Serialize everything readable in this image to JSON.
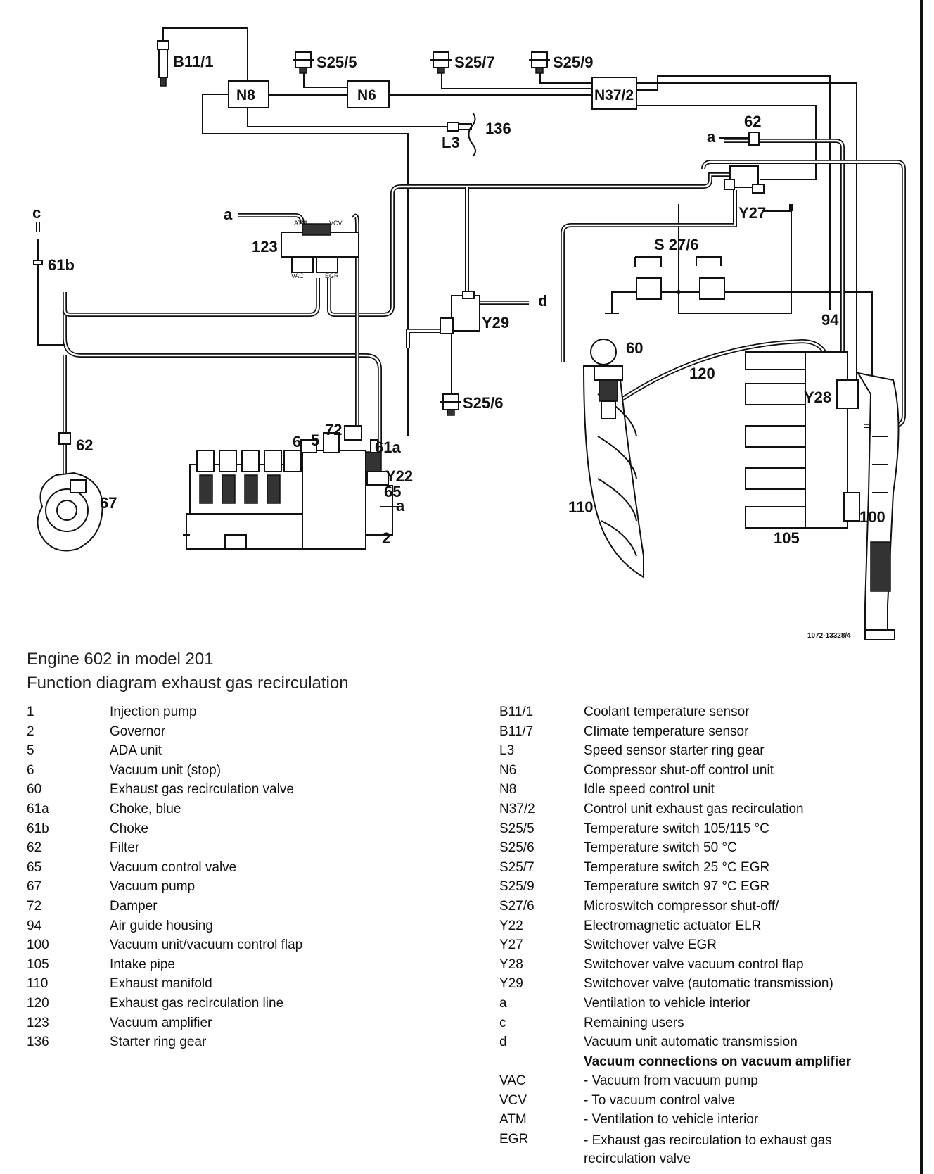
{
  "diagram": {
    "figure_code": "1072-13328/4",
    "labels": {
      "b11_1": "B11/1",
      "s25_5": "S25/5",
      "s25_7": "S25/7",
      "s25_9": "S25/9",
      "n8": "N8",
      "n6": "N6",
      "n37_2": "N37/2",
      "l3": "L3",
      "p136": "136",
      "p62_top": "62",
      "a_top": "a",
      "y27": "Y27",
      "c": "c",
      "p61b": "61b",
      "a_amp": "a",
      "p123": "123",
      "atm": "ATM",
      "vcv": "VCV",
      "vac": "VAC",
      "egr": "EGR",
      "s27_6": "S 27/6",
      "d": "d",
      "y29": "Y29",
      "p94": "94",
      "p60": "60",
      "p120": "120",
      "y28": "Y28",
      "s25_6": "S25/6",
      "p62_left": "62",
      "p67": "67",
      "p6": "6",
      "p5": "5",
      "p72": "72",
      "p61a": "61a",
      "y22": "Y22",
      "p65": "65",
      "a_pump": "a",
      "p2": "2",
      "p110": "110",
      "p105": "105",
      "p100": "100"
    }
  },
  "caption": {
    "line1": "Engine 602 in model 201",
    "line2": "Function diagram exhaust gas recirculation"
  },
  "legend_left": [
    {
      "code": "1",
      "desc": "Injection pump"
    },
    {
      "code": "2",
      "desc": "Governor"
    },
    {
      "code": "5",
      "desc": "ADA unit"
    },
    {
      "code": "6",
      "desc": "Vacuum unit (stop)"
    },
    {
      "code": "60",
      "desc": "Exhaust gas recirculation valve"
    },
    {
      "code": "61a",
      "desc": "Choke, blue"
    },
    {
      "code": "61b",
      "desc": "Choke"
    },
    {
      "code": "62",
      "desc": "Filter"
    },
    {
      "code": "65",
      "desc": "Vacuum control valve"
    },
    {
      "code": "67",
      "desc": "Vacuum pump"
    },
    {
      "code": "72",
      "desc": "Damper"
    },
    {
      "code": "94",
      "desc": "Air guide housing"
    },
    {
      "code": "100",
      "desc": "Vacuum unit/vacuum control flap"
    },
    {
      "code": "105",
      "desc": "Intake pipe"
    },
    {
      "code": "110",
      "desc": "Exhaust manifold"
    },
    {
      "code": "120",
      "desc": "Exhaust gas recirculation line"
    },
    {
      "code": "123",
      "desc": "Vacuum amplifier"
    },
    {
      "code": "136",
      "desc": "Starter ring gear"
    }
  ],
  "legend_right": [
    {
      "code": "B11/1",
      "desc": "Coolant temperature sensor"
    },
    {
      "code": "B11/7",
      "desc": "Climate temperature sensor"
    },
    {
      "code": "L3",
      "desc": "Speed sensor starter ring gear"
    },
    {
      "code": "N6",
      "desc": "Compressor shut-off control unit"
    },
    {
      "code": "N8",
      "desc": "Idle speed control unit"
    },
    {
      "code": "N37/2",
      "desc": "Control unit exhaust gas recirculation"
    },
    {
      "code": "S25/5",
      "desc": "Temperature switch 105/115 °C"
    },
    {
      "code": "S25/6",
      "desc": "Temperature switch 50 °C"
    },
    {
      "code": "S25/7",
      "desc": "Temperature switch 25 °C EGR"
    },
    {
      "code": "S25/9",
      "desc": "Temperature switch 97 °C EGR"
    },
    {
      "code": "S27/6",
      "desc": "Microswitch compressor shut-off/"
    },
    {
      "code": "Y22",
      "desc": "Electromagnetic actuator ELR"
    },
    {
      "code": "Y27",
      "desc": "Switchover valve EGR"
    },
    {
      "code": "Y28",
      "desc": "Switchover valve vacuum control flap"
    },
    {
      "code": "Y29",
      "desc": "Switchover valve (automatic transmission)"
    },
    {
      "code": "a",
      "desc": "Ventilation to vehicle interior"
    },
    {
      "code": "c",
      "desc": "Remaining users"
    },
    {
      "code": "d",
      "desc": "Vacuum unit automatic transmission"
    },
    {
      "code": "",
      "desc": "Vacuum connections on vacuum amplifier"
    },
    {
      "code": "VAC",
      "desc": "- Vacuum from vacuum pump"
    },
    {
      "code": "VCV",
      "desc": "- To vacuum control valve"
    },
    {
      "code": "ATM",
      "desc": "- Ventilation to vehicle interior"
    },
    {
      "code": "EGR",
      "desc": "- Exhaust gas recirculation to exhaust gas recirculation valve"
    }
  ]
}
